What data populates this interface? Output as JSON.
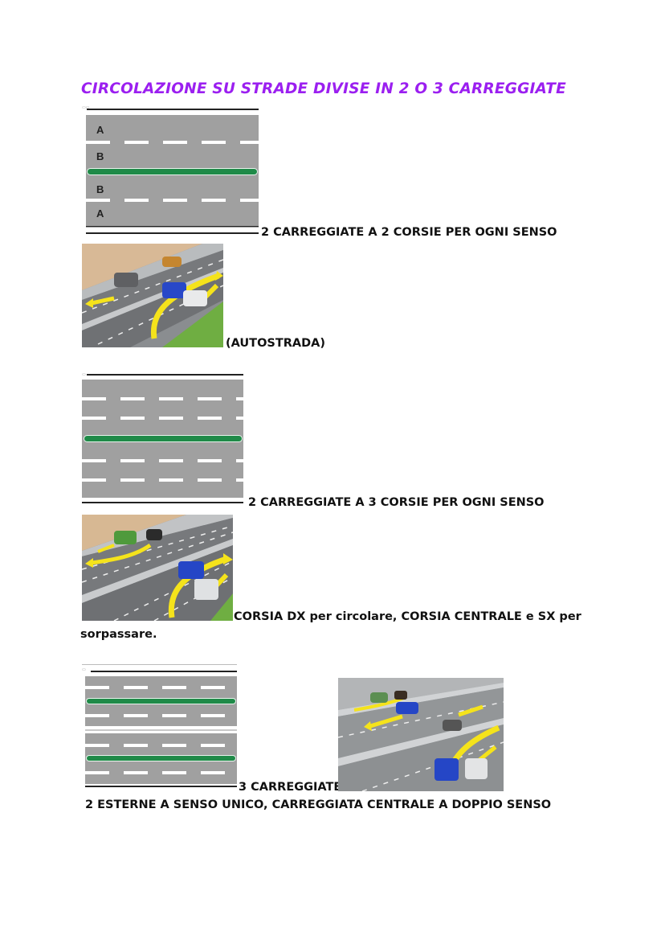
{
  "title": "CIRCOLAZIONE SU STRADE DIVISE IN 2 O 3 CARREGGIATE",
  "colors": {
    "title": "#9b1ff0",
    "asphalt": "#a0a0a0",
    "median_green": "#1f8a48",
    "arrow_yellow": "#f4e21a"
  },
  "sections": [
    {
      "diagram": {
        "type": "road-diagram",
        "lane_labels": [
          "A",
          "B",
          "B",
          "A"
        ]
      },
      "caption": "2 CARREGGIATE A  2 CORSIE PER OGNI SENSO",
      "photo_caption": "(AUTOSTRADA)"
    },
    {
      "diagram": {
        "type": "road-diagram",
        "lanes_per_direction": 3
      },
      "caption": "2 CARREGGIATE A 3 CORSIE PER OGNI SENSO",
      "photo_caption_line1": "CORSIA DX per circolare, CORSIA CENTRALE e SX per",
      "photo_caption_line2": "sorpassare."
    },
    {
      "diagram": {
        "type": "road-diagram",
        "carriageways": 3
      },
      "caption": "3 CARREGGIATE",
      "description": "2 ESTERNE A SENSO UNICO, CARREGGIATA CENTRALE A DOPPIO SENSO"
    }
  ]
}
